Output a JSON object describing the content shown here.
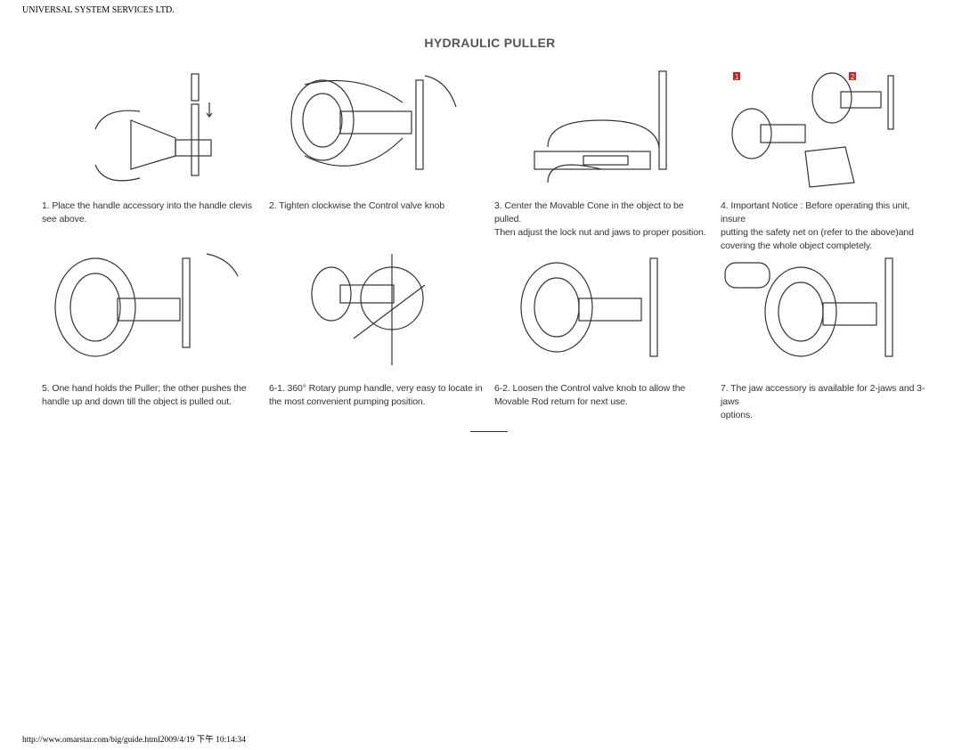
{
  "header": "UNIVERSAL SYSTEM SERVICES LTD.",
  "title": "HYDRAULIC PULLER",
  "steps": [
    {
      "lines": [
        "1. Place the handle accessory into the handle clevis",
        "see above."
      ]
    },
    {
      "lines": [
        "2. Tighten clockwise the  Control valve knob"
      ]
    },
    {
      "lines": [
        "3. Center the Movable Cone in the object to be pulled.",
        "Then adjust the lock nut and jaws to proper position."
      ]
    },
    {
      "lines": [
        "4. Important Notice : Before operating this unit, insure",
        "putting the safety net on (refer to the above)and",
        "covering the whole object completely."
      ],
      "figure_tags": [
        "1",
        "2"
      ]
    },
    {
      "lines": [
        "5. One hand holds the Puller; the other pushes the",
        "handle up and down till the object is pulled out."
      ]
    },
    {
      "lines": [
        "6-1. 360° Rotary pump handle, very easy to locate in",
        "the most convenient pumping position."
      ]
    },
    {
      "lines": [
        "6-2. Loosen the Control valve knob to allow the",
        "Movable  Rod return for next use."
      ]
    },
    {
      "lines": [
        "7. The jaw accessory is available for 2-jaws and 3-jaws",
        "options."
      ]
    }
  ],
  "footer": "http://www.omarstar.com/big/guide.html2009/4/19 下午 10:14:34",
  "colors": {
    "tag": "#d42020",
    "title": "#555555"
  }
}
